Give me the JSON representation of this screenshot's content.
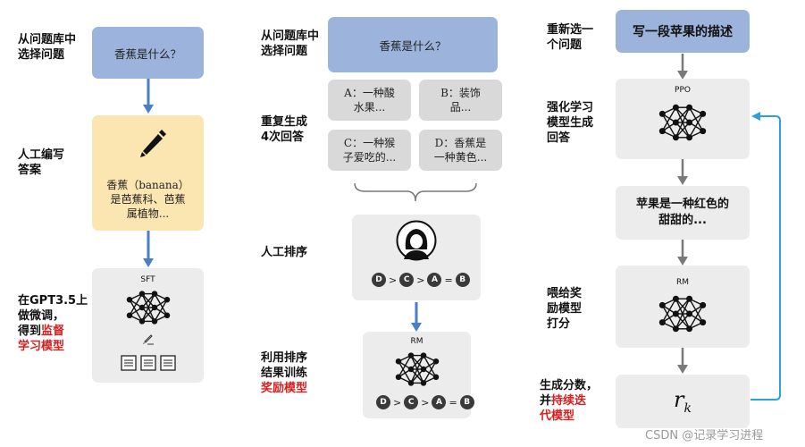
{
  "col1": {
    "step1_label": "从问题库中\n选择问题",
    "question": "香蕉是什么？",
    "step2_label": "人工编写\n答案",
    "human_answer": "香蕉（banana）\n是芭蕉科、芭蕉\n属植物...",
    "model_tag": "SFT",
    "step3_label_pre": "在GPT3.5上\n做微调，\n得到",
    "step3_label_red": "监督\n学习模型"
  },
  "col2": {
    "step1_label": "从问题库中\n选择问题",
    "question": "香蕉是什么？",
    "step2_label": "重复生成\n4次回答",
    "answers": [
      "A：一种酸\n水果...",
      "B：装饰\n品...",
      "C：一种猴\n子爱吃的...",
      "D：香蕉是\n一种黄色..."
    ],
    "step3_label": "人工排序",
    "ranking": [
      "D",
      ">",
      "C",
      ">",
      "A",
      "=",
      "B"
    ],
    "model_tag": "RM",
    "step4_label_pre": "利用排序\n结果训练\n",
    "step4_label_red": "奖励模型"
  },
  "col3": {
    "step1_label": "重新选一\n个问题",
    "prompt": "写一段苹果的描述",
    "step2_label": "强化学习\n模型生成\n回答",
    "ppo_tag": "PPO",
    "generated": "苹果是一种红色的\n甜甜的...",
    "step3_label": "喂给奖\n励模型\n打分",
    "rm_tag": "RM",
    "step4_label_pre": "生成分数，\n并",
    "step4_label_red": "持续迭\n代模型",
    "reward_symbol": "r",
    "reward_subscript": "k"
  },
  "watermark": "CSDN @记录学习进程",
  "colors": {
    "blue_box": "#9cb3dc",
    "yellow_box": "#fbe6b1",
    "grey_box": "#ececec",
    "answer_box": "#d9d9d9",
    "arrow_blue": "#4a7fc8",
    "arrow_grey": "#7a7a7a",
    "feedback_arrow": "#2aa3d8",
    "highlight_red": "#d42020"
  },
  "icons": [
    "pencil-icon",
    "neural-net-icon",
    "document-icon",
    "person-avatar-icon"
  ]
}
